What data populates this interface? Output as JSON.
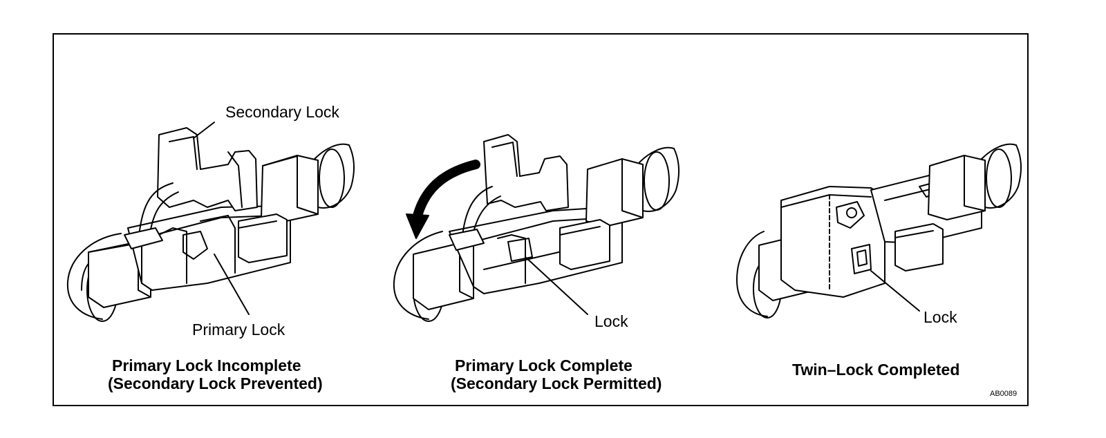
{
  "figure": {
    "panels": [
      {
        "callouts": [
          "Secondary Lock",
          "Primary Lock"
        ],
        "caption_line1": "Primary Lock Incomplete",
        "caption_line2": "(Secondary Lock Prevented)"
      },
      {
        "callouts": [
          "Lock"
        ],
        "caption_line1": "Primary Lock Complete",
        "caption_line2": "(Secondary Lock Permitted)"
      },
      {
        "callouts": [
          "Lock"
        ],
        "caption_line1": "Twin–Lock Completed"
      }
    ],
    "figure_id": "AB0089"
  }
}
